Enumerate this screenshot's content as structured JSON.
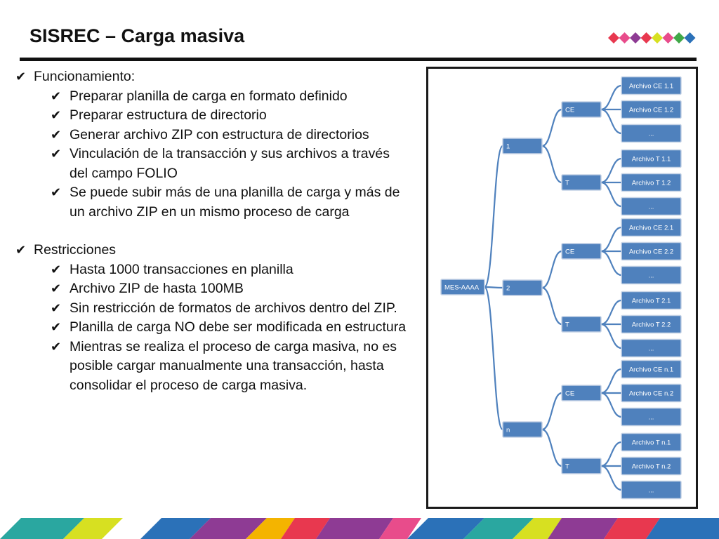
{
  "slide": {
    "title": "SISREC – Carga masiva"
  },
  "bullets": [
    {
      "level": 1,
      "text": "Funcionamiento:"
    },
    {
      "level": 2,
      "text": "Preparar planilla de carga en formato definido"
    },
    {
      "level": 2,
      "text": "Preparar estructura de directorio"
    },
    {
      "level": 2,
      "text": "Generar archivo ZIP con estructura de directorios"
    },
    {
      "level": 2,
      "text": "Vinculación de la transacción y sus archivos a través del campo FOLIO"
    },
    {
      "level": 2,
      "text": "Se puede subir más de una planilla de carga y más de un archivo ZIP en un mismo proceso de carga"
    },
    {
      "level": 0,
      "text": ""
    },
    {
      "level": 1,
      "text": "Restricciones"
    },
    {
      "level": 2,
      "text": "Hasta 1000 transacciones en planilla"
    },
    {
      "level": 2,
      "text": "Archivo ZIP de hasta 100MB"
    },
    {
      "level": 2,
      "text": "Sin restricción de formatos de archivos dentro del ZIP."
    },
    {
      "level": 2,
      "text": "Planilla de carga NO debe ser modificada en estructura"
    },
    {
      "level": 2,
      "text": "Mientras se realiza el proceso de carga masiva, no es posible cargar manualmente una transacción, hasta consolidar el proceso de carga masiva."
    }
  ],
  "diagram": {
    "root": "MES-AAAA",
    "groups": [
      {
        "label": "1",
        "children": [
          {
            "label": "CE",
            "leaves": [
              "Archivo CE 1.1",
              "Archivo CE 1.2",
              "..."
            ]
          },
          {
            "label": "T",
            "leaves": [
              "Archivo T 1.1",
              "Archivo T 1.2",
              "..."
            ]
          }
        ]
      },
      {
        "label": "2",
        "children": [
          {
            "label": "CE",
            "leaves": [
              "Archivo CE 2.1",
              "Archivo CE 2.2",
              "..."
            ]
          },
          {
            "label": "T",
            "leaves": [
              "Archivo T 2.1",
              "Archivo T 2.2",
              "..."
            ]
          }
        ]
      },
      {
        "label": "n",
        "children": [
          {
            "label": "CE",
            "leaves": [
              "Archivo CE n.1",
              "Archivo CE n.2",
              "..."
            ]
          },
          {
            "label": "T",
            "leaves": [
              "Archivo T n.1",
              "Archivo T n.2",
              "..."
            ]
          }
        ]
      }
    ]
  },
  "colors": {
    "node_fill": "#4f81bd",
    "diamonds": [
      "#e8384f",
      "#e84c8b",
      "#8e3b94",
      "#e8384f",
      "#d7e021",
      "#e84c8b",
      "#41a848",
      "#2b71b8"
    ]
  }
}
